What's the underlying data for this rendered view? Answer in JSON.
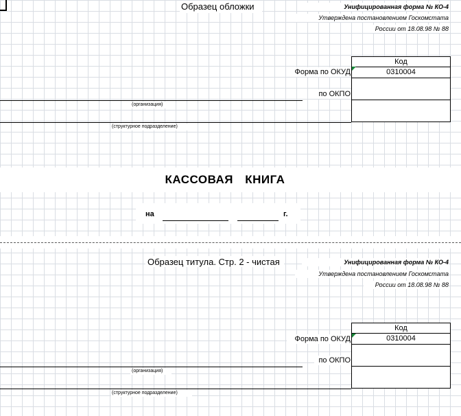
{
  "cover": {
    "sample_label": "Образец обложки",
    "form_name": "Унифицированная форма № КО-4",
    "approved_line1": "Утверждена постановлением Госкомстата",
    "approved_line2": "России от 18.08.98 № 88",
    "code_header": "Код",
    "okud_label": "Форма по ОКУД",
    "okud_value": "0310004",
    "okpo_label": "по ОКПО",
    "org_caption": "(организация)",
    "unit_caption": "(структурное подразделение)",
    "book_title": "КАССОВАЯ КНИГА",
    "on_label": "на",
    "year_label": "г."
  },
  "title_page": {
    "sample_label": "Образец титула. Стр. 2 - чистая",
    "form_name": "Унифицированная форма № КО-4",
    "approved_line1": "Утверждена постановлением Госкомстата",
    "approved_line2": "России от 18.08.98 № 88",
    "code_header": "Код",
    "okud_label": "Форма по ОКУД",
    "okud_value": "0310004",
    "okpo_label": "по ОКПО",
    "org_caption": "(организация)",
    "unit_caption": "(структурное подразделение)"
  }
}
